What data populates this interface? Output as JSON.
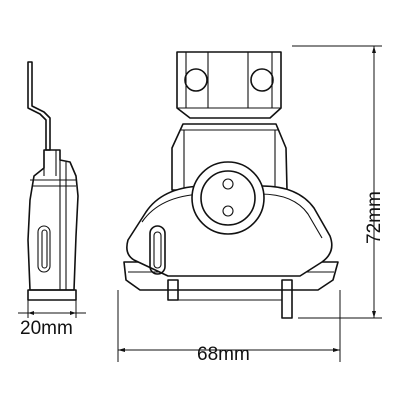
{
  "dimensions": {
    "side_width": "20mm",
    "front_width": "68mm",
    "height": "72mm"
  }
}
